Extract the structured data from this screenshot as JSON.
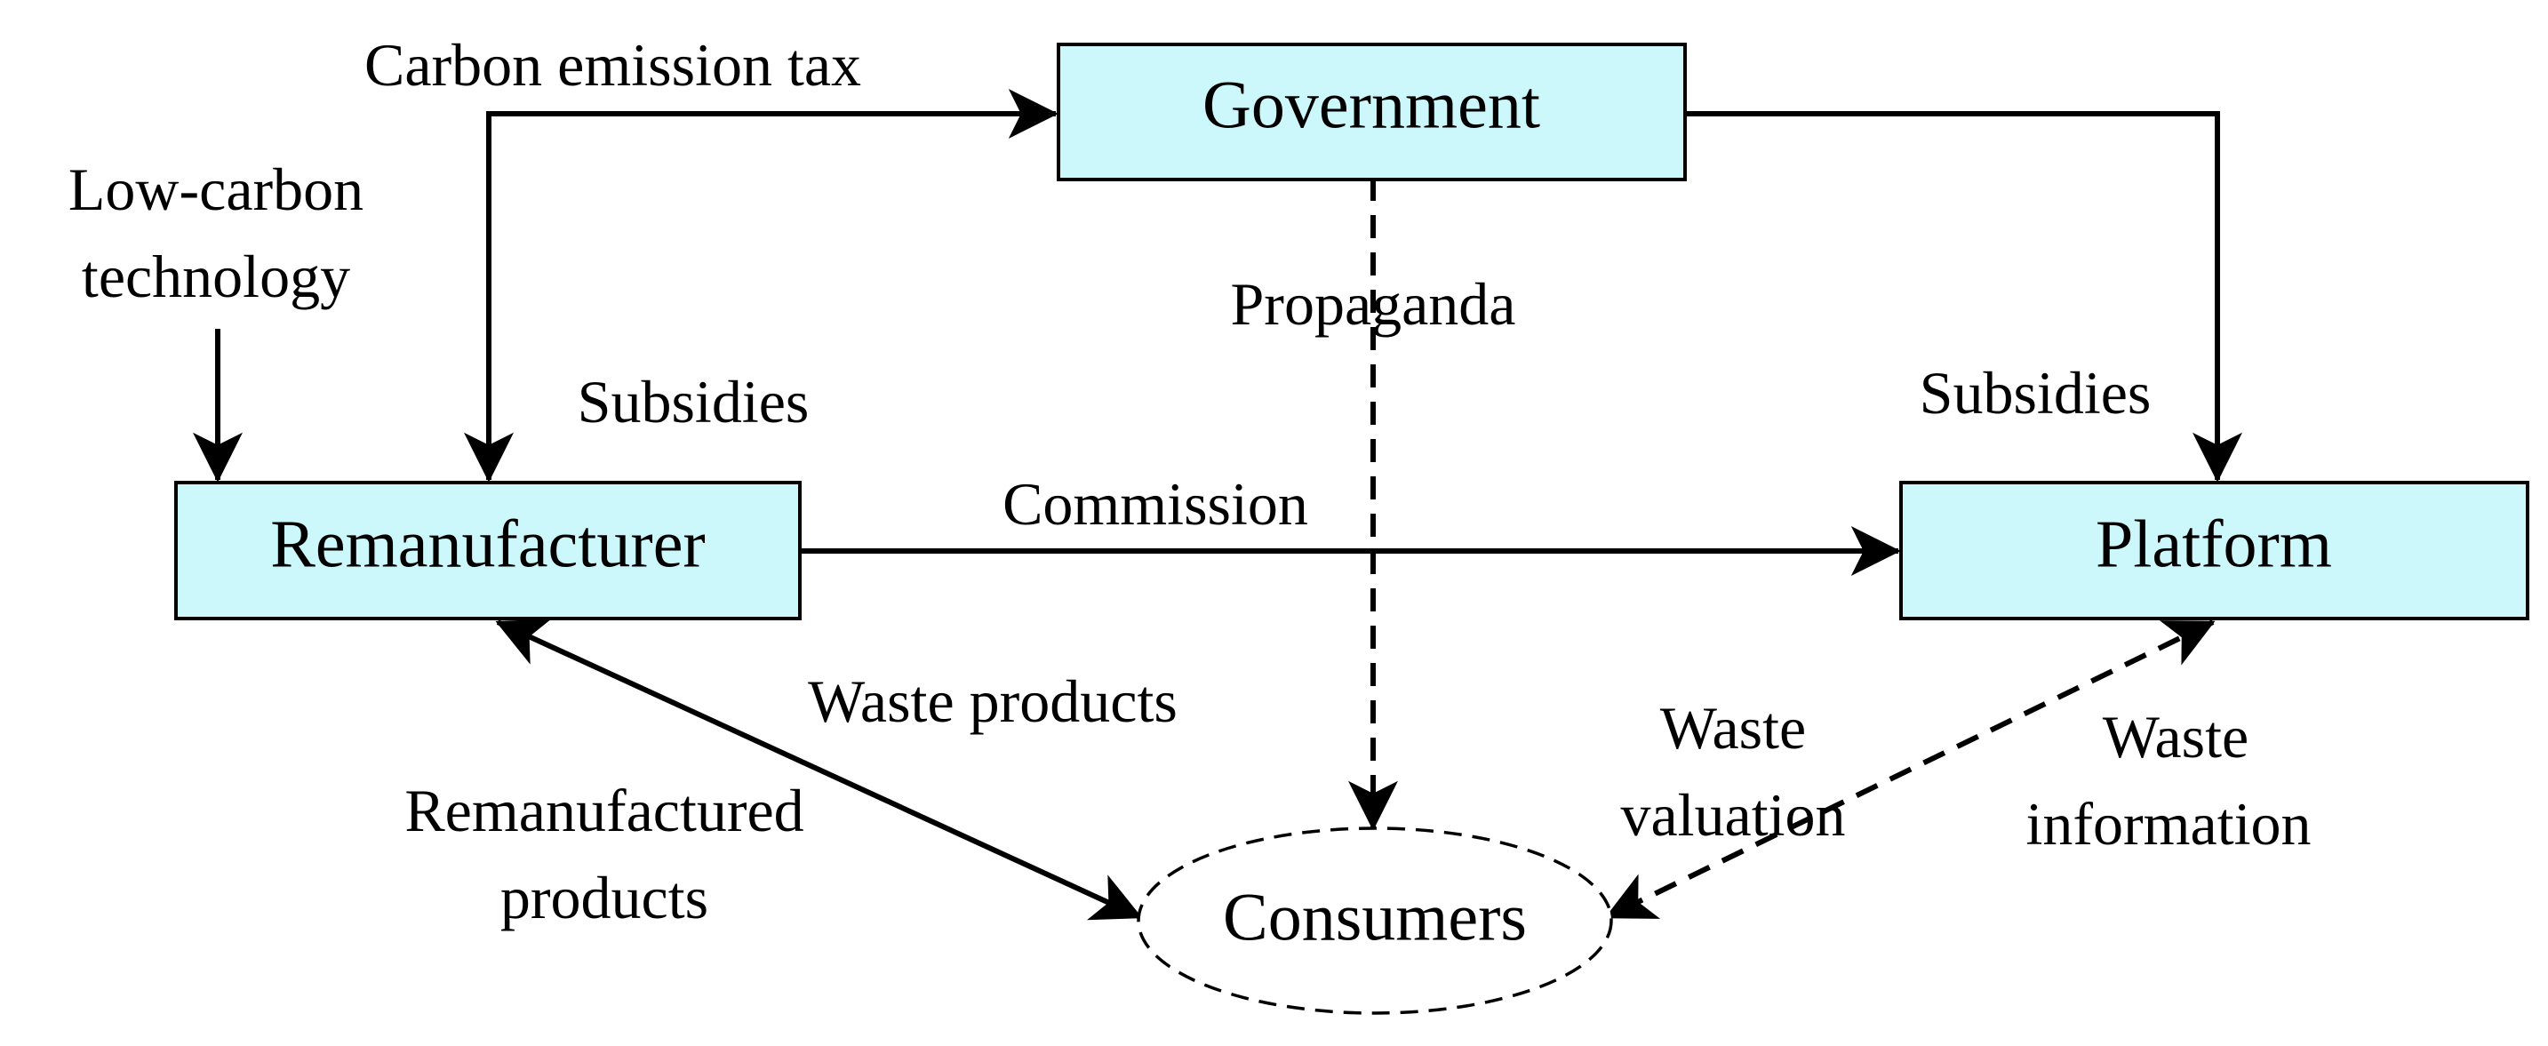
{
  "nodes": {
    "government": "Government",
    "remanufacturer": "Remanufacturer",
    "platform": "Platform",
    "consumers": "Consumers"
  },
  "labels": {
    "carbon_emission_tax": "Carbon emission tax",
    "low_carbon_line1": "Low-carbon",
    "low_carbon_line2": "technology",
    "propaganda": "Propaganda",
    "subsidies_left": "Subsidies",
    "subsidies_right": "Subsidies",
    "commission": "Commission",
    "waste_products": "Waste products",
    "remanufactured_line1": "Remanufactured",
    "remanufactured_line2": "products",
    "waste_valuation_line1": "Waste",
    "waste_valuation_line2": "valuation",
    "waste_information_line1": "Waste",
    "waste_information_line2": "information"
  },
  "colors": {
    "node_fill": "#cdf8fb",
    "stroke": "#000000"
  }
}
